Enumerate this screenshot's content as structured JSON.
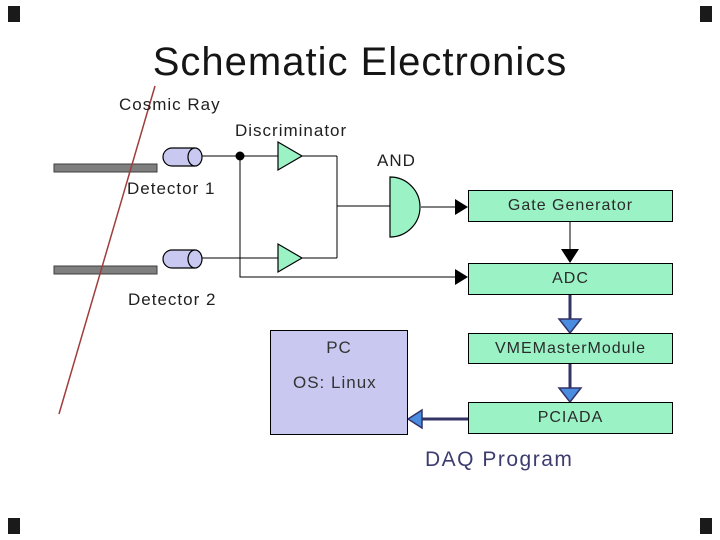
{
  "slide": {
    "title": "Schematic Electronics",
    "labels": {
      "cosmic_ray": "Cosmic Ray",
      "discriminator": "Discriminator",
      "and_gate": "AND",
      "detector1": "Detector 1",
      "detector2": "Detector 2",
      "daq_program": "DAQ Program"
    },
    "boxes": {
      "gate_generator": "Gate Generator",
      "adc": "ADC",
      "vme_master_module": "VMEMasterModule",
      "pciada": "PCIADA",
      "pc": "PC",
      "pc_os": "OS: Linux"
    },
    "colors": {
      "module_green": "#9af2c5",
      "lavender": "#c8c8f0",
      "detector_gray": "#7f7f7f",
      "cosmic_ray_red": "#a13c3c",
      "bus_navy": "#333366",
      "arrow_blue": "#4a8ce0",
      "daq_text": "#3c3c6e"
    }
  }
}
